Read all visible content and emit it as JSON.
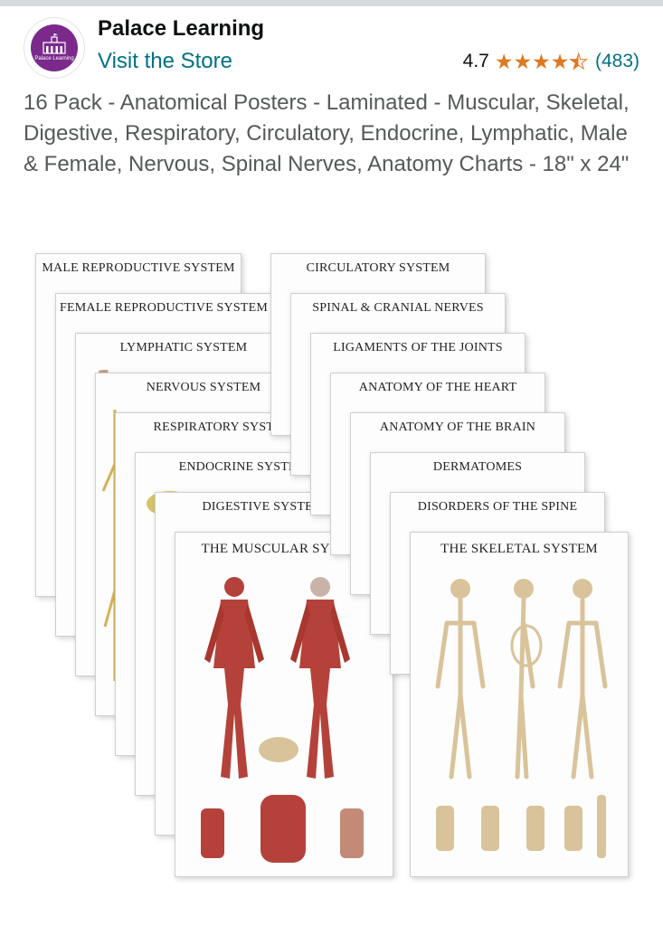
{
  "store": {
    "brand_name": "Palace Learning",
    "logo_text": "Palace Learning",
    "link_label": "Visit the Store"
  },
  "rating": {
    "value": "4.7",
    "stars_out_of_5": 4.7,
    "count": "(483)"
  },
  "product": {
    "title": "16 Pack - Anatomical Posters - Laminated - Muscular, Skeletal, Digestive, Respiratory, Circulatory, Endocrine, Lymphatic, Male & Female, Nervous, Spinal Nerves, Anatomy Charts - 18\" x 24\""
  },
  "posters": {
    "left": [
      "MALE REPRODUCTIVE SYSTEM",
      "FEMALE REPRODUCTIVE SYSTEM",
      "LYMPHATIC SYSTEM",
      "NERVOUS SYSTEM",
      "RESPIRATORY SYSTEM",
      "ENDOCRINE SYSTEM",
      "DIGESTIVE SYSTEM",
      "THE MUSCULAR SYSTEM"
    ],
    "right": [
      "CIRCULATORY SYSTEM",
      "SPINAL & CRANIAL NERVES",
      "LIGAMENTS OF THE JOINTS",
      "ANATOMY OF THE HEART",
      "ANATOMY OF THE BRAIN",
      "DERMATOMES",
      "DISORDERS OF THE SPINE",
      "THE SKELETAL SYSTEM"
    ]
  },
  "colors": {
    "brand_purple": "#7b2a8c",
    "link_teal": "#007185",
    "star_orange": "#de7921",
    "title_gray": "#565959",
    "muscle_red": "#b5423a",
    "bone_tan": "#d9c39a"
  }
}
